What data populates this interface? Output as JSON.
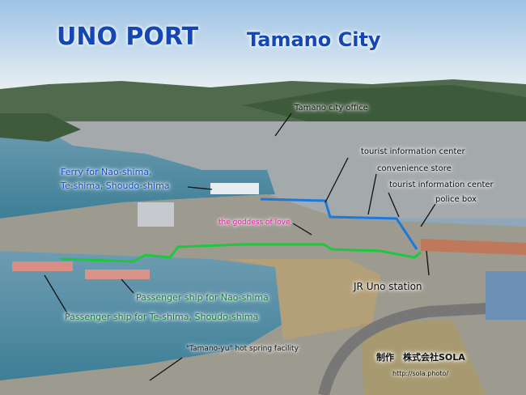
{
  "title": {
    "main": "UNO PORT",
    "sub": "Tamano City"
  },
  "labels": {
    "city_office": "Tamano city office",
    "tourist_info_1": "tourist information center",
    "convenience": "convenience store",
    "tourist_info_2": "tourist information center",
    "police": "police box",
    "ferry_1": "Ferry for Nao-shima,",
    "ferry_2": "Te-shima, Shoudo-shima",
    "goddess": "the goddess of love",
    "jr": "JR Uno station",
    "ship_nao": "Passenger ship for Nao-shima",
    "ship_te": "Passenger ship for Te-shima, Shoudo-shima",
    "hotspring": "\"Tamano-yu\" hot spring facility"
  },
  "credit": {
    "maker": "制作　株式会社SOLA",
    "url": "http://sola.photo/"
  },
  "colors": {
    "title": "#1446b4",
    "route_blue": "#1e78dc",
    "route_green": "#1ec83c"
  }
}
